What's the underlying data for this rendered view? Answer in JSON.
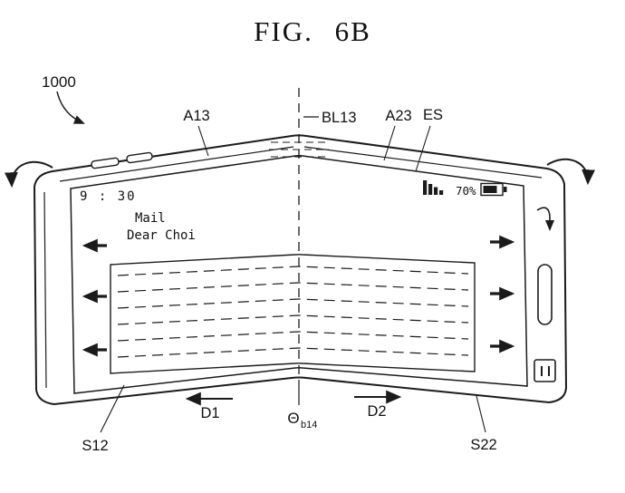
{
  "figure": {
    "title": "FIG. 6B",
    "ref": "1000"
  },
  "labels": {
    "a13": "A13",
    "bl13": "BL13",
    "a23": "A23",
    "es": "ES",
    "d1": "D1",
    "d2": "D2",
    "theta": "Θ",
    "theta_sub": "b14",
    "s12": "S12",
    "s22": "S22"
  },
  "screen": {
    "clock": "9 : 30",
    "battery": "70%",
    "mail_title": "Mail",
    "mail_greeting": "Dear Choi"
  },
  "icons": {
    "signal": "signal-strength-icon",
    "battery": "battery-icon",
    "unfold_left": "unfold-arrow-left-icon",
    "unfold_right": "unfold-arrow-right-icon",
    "edge_scroll": "curved-arrow-icon",
    "side_key": "side-key-button",
    "pause": "pause-icon"
  },
  "colors": {
    "ink": "#1b1b1b",
    "background": "#ffffff"
  }
}
